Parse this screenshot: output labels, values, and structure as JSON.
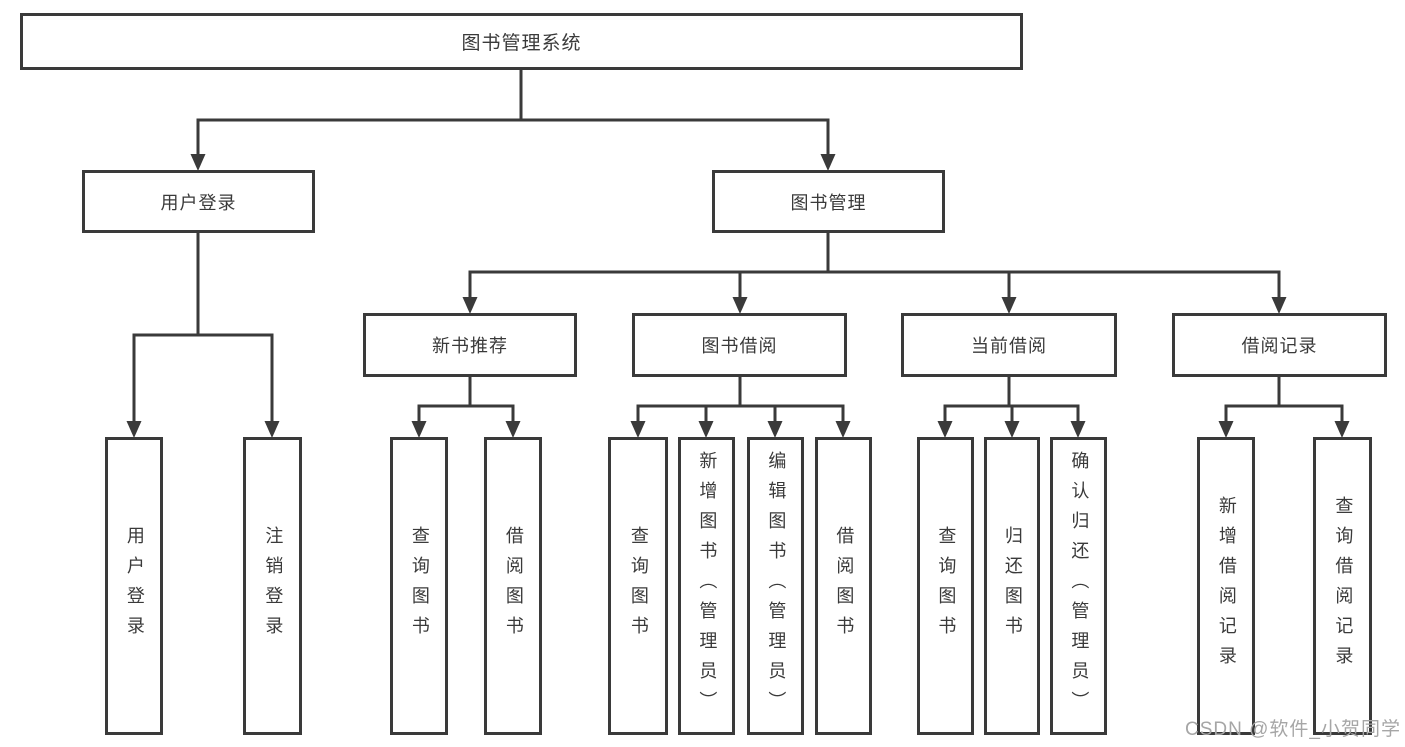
{
  "diagram": {
    "type": "tree",
    "title": "图书管理系统",
    "nodes": {
      "root": "图书管理系统",
      "level2": [
        "用户登录",
        "图书管理"
      ],
      "level3": [
        "新书推荐",
        "图书借阅",
        "当前借阅",
        "借阅记录"
      ],
      "leaves": [
        "用户登录",
        "注销登录",
        "查询图书",
        "借阅图书",
        "查询图书",
        "新增图书（管理员）",
        "编辑图书（管理员）",
        "借阅图书",
        "查询图书",
        "归还图书",
        "确认归还（管理员）",
        "新增借阅记录",
        "查询借阅记录"
      ]
    },
    "hierarchy": {
      "图书管理系统": [
        "用户登录",
        "图书管理"
      ],
      "用户登录": [
        "用户登录",
        "注销登录"
      ],
      "图书管理": [
        "新书推荐",
        "图书借阅",
        "当前借阅",
        "借阅记录"
      ],
      "新书推荐": [
        "查询图书",
        "借阅图书"
      ],
      "图书借阅": [
        "查询图书",
        "新增图书（管理员）",
        "编辑图书（管理员）",
        "借阅图书"
      ],
      "当前借阅": [
        "查询图书",
        "归还图书",
        "确认归还（管理员）"
      ],
      "借阅记录": [
        "新增借阅记录",
        "查询借阅记录"
      ]
    }
  },
  "watermark": {
    "text": "CSDN @软件_小贺同学"
  },
  "colors": {
    "line": "#3a3a3a",
    "text": "#3a3a3a",
    "box_background": "#ffffff",
    "watermark": "#a6a6a6"
  }
}
